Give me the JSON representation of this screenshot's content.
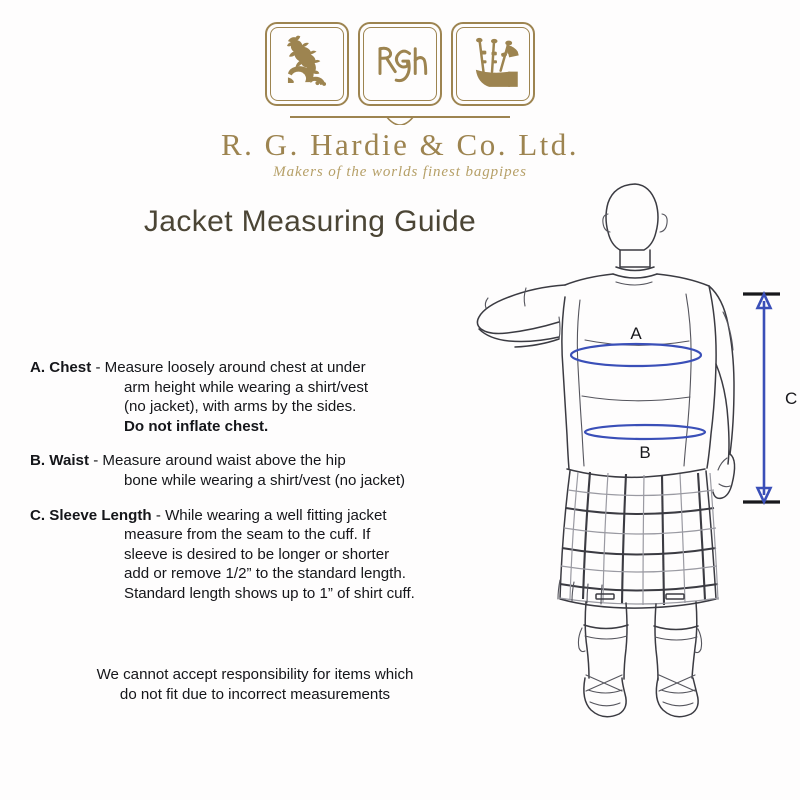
{
  "brand": {
    "name": "R. G. Hardie & Co. Ltd.",
    "tagline": "Makers of the worlds finest bagpipes",
    "gold": "#9d8450",
    "panels": [
      {
        "icon": "heraldic-lion-icon",
        "label": "Heraldic lion crest"
      },
      {
        "icon": "rgh-monogram-icon",
        "label": "RGH monogram"
      },
      {
        "icon": "bagpipes-icon",
        "label": "Bagpipes"
      }
    ]
  },
  "title": "Jacket Measuring Guide",
  "instructions": [
    {
      "key": "A. Chest",
      "dash": "-",
      "lines": [
        "Measure loosely around chest at under",
        "arm height while wearing a shirt/vest",
        "(no jacket), with arms by the sides."
      ],
      "emphasis": "Do not inflate chest."
    },
    {
      "key": "B. Waist",
      "dash": "-",
      "lines": [
        "Measure around waist above the hip",
        "bone while wearing a shirt/vest (no jacket)"
      ],
      "emphasis": ""
    },
    {
      "key": "C. Sleeve Length",
      "dash": "-",
      "lines": [
        "While wearing a well fitting jacket",
        "measure from the seam to the cuff. If",
        "sleeve is desired to be longer or shorter",
        "add or remove 1/2” to the standard length.",
        "Standard length shows up to 1” of shirt cuff."
      ],
      "emphasis": ""
    }
  ],
  "disclaimer": [
    "We cannot accept responsibility for items which",
    "do not fit due to incorrect measurements"
  ],
  "figure": {
    "description": "Rear view of a man wearing a kilt, jacket and ghillie brogues with one arm raised",
    "measure_color": "#3a4fb8",
    "markers": [
      {
        "id": "A",
        "name": "chest-measure-marker",
        "shape": "ellipse",
        "label": "A"
      },
      {
        "id": "B",
        "name": "waist-measure-marker",
        "shape": "ellipse",
        "label": "B"
      },
      {
        "id": "C",
        "name": "sleeve-length-measure-marker",
        "shape": "arrow",
        "label": "C"
      }
    ]
  }
}
